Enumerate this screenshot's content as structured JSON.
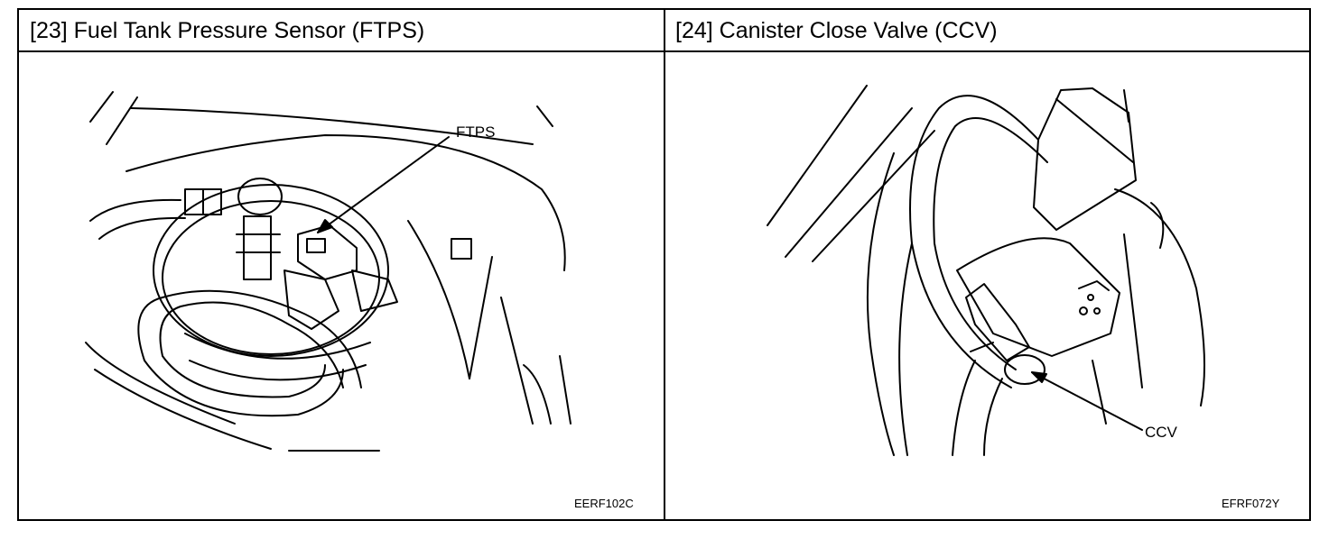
{
  "panels": [
    {
      "title": "[23] Fuel Tank Pressure Sensor (FTPS)",
      "callout": "FTPS",
      "figure_code": "EERF102C"
    },
    {
      "title": "[24] Canister Close Valve (CCV)",
      "callout": "CCV",
      "figure_code": "EFRF072Y"
    }
  ],
  "line_color": "#000000",
  "background_color": "#ffffff"
}
